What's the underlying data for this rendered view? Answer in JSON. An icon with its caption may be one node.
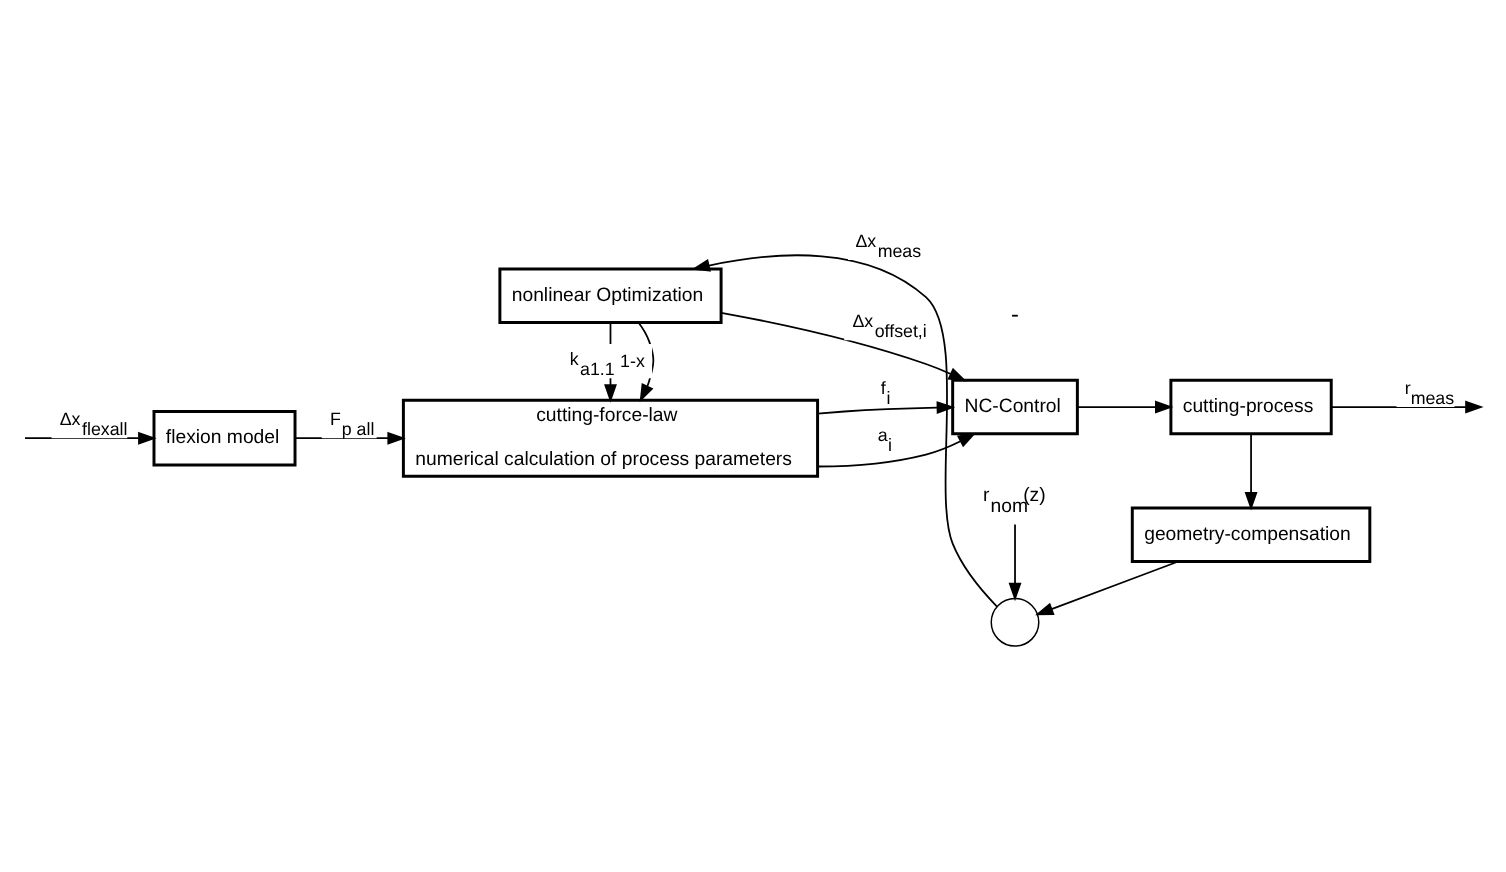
{
  "diagram": {
    "nodes": [
      {
        "text": [
          "flexion model"
        ]
      },
      {
        "text": [
          "cutting-force-law",
          "numerical calculation of process parameters"
        ]
      },
      {
        "text": [
          "NC-Control"
        ]
      },
      {
        "text": [
          "cutting-process"
        ]
      },
      {
        "text": [
          "geometry-compensation"
        ]
      },
      {
        "text": [],
        "shape": "circle"
      },
      {
        "text": [
          "nonlinear Optimization"
        ]
      },
      {
        "text": [
          "r$_{nom}$(z)"
        ]
      }
    ],
    "edges": [
      {
        "from": null,
        "to": 0,
        "arrow": "to",
        "label": "Δx$_{flexall}$"
      },
      {
        "from": 0,
        "to": 1,
        "arrow": "to",
        "label": "F$_{p all}$"
      },
      {
        "from": 1,
        "to": 2,
        "arrow": "to",
        "label": "f$_{i}$"
      },
      {
        "from": 1,
        "to": 2,
        "arrow": "to",
        "label": "a$_{i}$"
      },
      {
        "from": 2,
        "to": 3,
        "arrow": "to"
      },
      {
        "from": 3,
        "to": null,
        "arrow": "to",
        "label": "r$_{meas}$"
      },
      {
        "from": 3,
        "to": 4,
        "arrow": "to"
      },
      {
        "from": 4,
        "to": 5,
        "arrow": "to"
      },
      {
        "from": 7,
        "to": 5,
        "arrow": "to"
      },
      {
        "from": 5,
        "to": 6,
        "arrow": "to",
        "label": "Δx$_{meas}$"
      },
      {
        "from": 6,
        "to": 1,
        "arrow": "to",
        "label": "1-x"
      },
      {
        "from": 6,
        "to": 1,
        "arrow": "to",
        "label": "k$_{a1.1}$"
      },
      {
        "from": 6,
        "to": 2,
        "arrow": "to",
        "label": "Δx$_{offset,i}$"
      }
    ],
    "labels": [
      "-"
    ]
  }
}
